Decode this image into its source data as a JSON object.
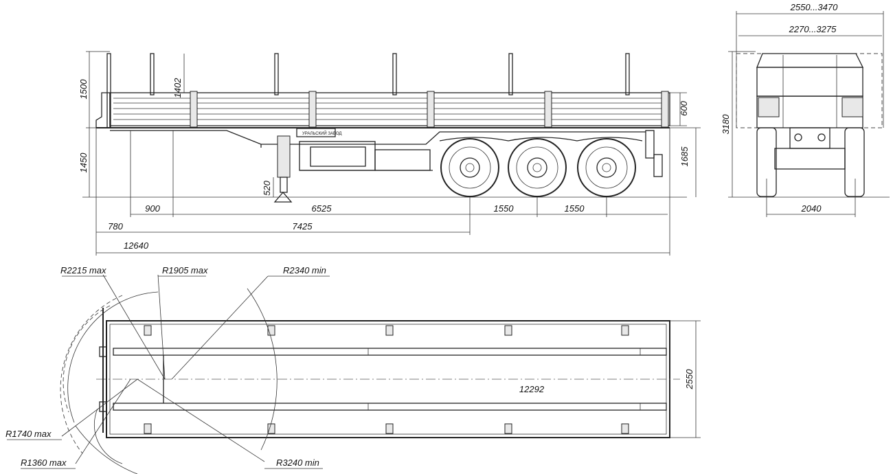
{
  "side_view": {
    "dims_vertical": {
      "stake_height": "1500",
      "stake_inner": "1402",
      "floor_height": "1450",
      "support_leg": "520",
      "side_board": "600",
      "coupling_height": "1685"
    },
    "dims_horizontal": {
      "leg_offset": "900",
      "leg_to_axle": "6525",
      "axle_spacing_1": "1550",
      "axle_spacing_2": "1550",
      "kingpin_offset": "780",
      "kingpin_to_axle": "7425",
      "overall_length": "12640"
    }
  },
  "rear_view": {
    "overall_width": "2550...3470",
    "inner_width": "2270...3275",
    "overall_height": "3180",
    "track": "2040"
  },
  "top_view": {
    "radii": {
      "r1": "R2215 max",
      "r2": "R1905 max",
      "r3": "R2340 min",
      "r4": "R1740 max",
      "r5": "R1360 max",
      "r6": "R3240 min"
    },
    "platform_length": "12292",
    "platform_width": "2550"
  }
}
